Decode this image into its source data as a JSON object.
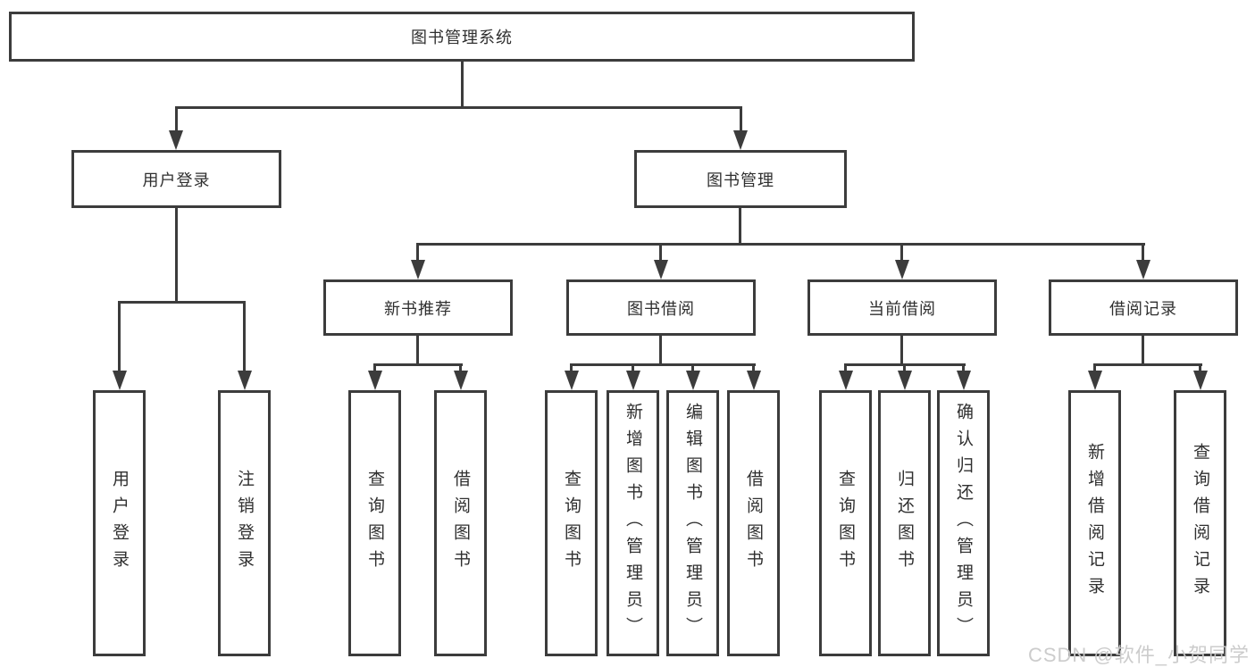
{
  "colors": {
    "line": "#3c3c3c",
    "box_border": "#3c3c3c",
    "box_background": "#ffffff",
    "text": "#2f2f2f",
    "watermark": "#c9c9c9"
  },
  "watermark": {
    "text": "CSDN @软件_小贺同学"
  },
  "tree": {
    "root": "图书管理系统",
    "children": [
      {
        "label": "用户登录",
        "children": [
          "用户登录",
          "注销登录"
        ]
      },
      {
        "label": "图书管理",
        "children": [
          {
            "label": "新书推荐",
            "children": [
              "查询图书",
              "借阅图书"
            ]
          },
          {
            "label": "图书借阅",
            "children": [
              "查询图书",
              "新增图书（管理员）",
              "编辑图书（管理员）",
              "借阅图书"
            ]
          },
          {
            "label": "当前借阅",
            "children": [
              "查询图书",
              "归还图书",
              "确认归还（管理员）"
            ]
          },
          {
            "label": "借阅记录",
            "children": [
              "新增借阅记录",
              "查询借阅记录"
            ]
          }
        ]
      }
    ]
  }
}
